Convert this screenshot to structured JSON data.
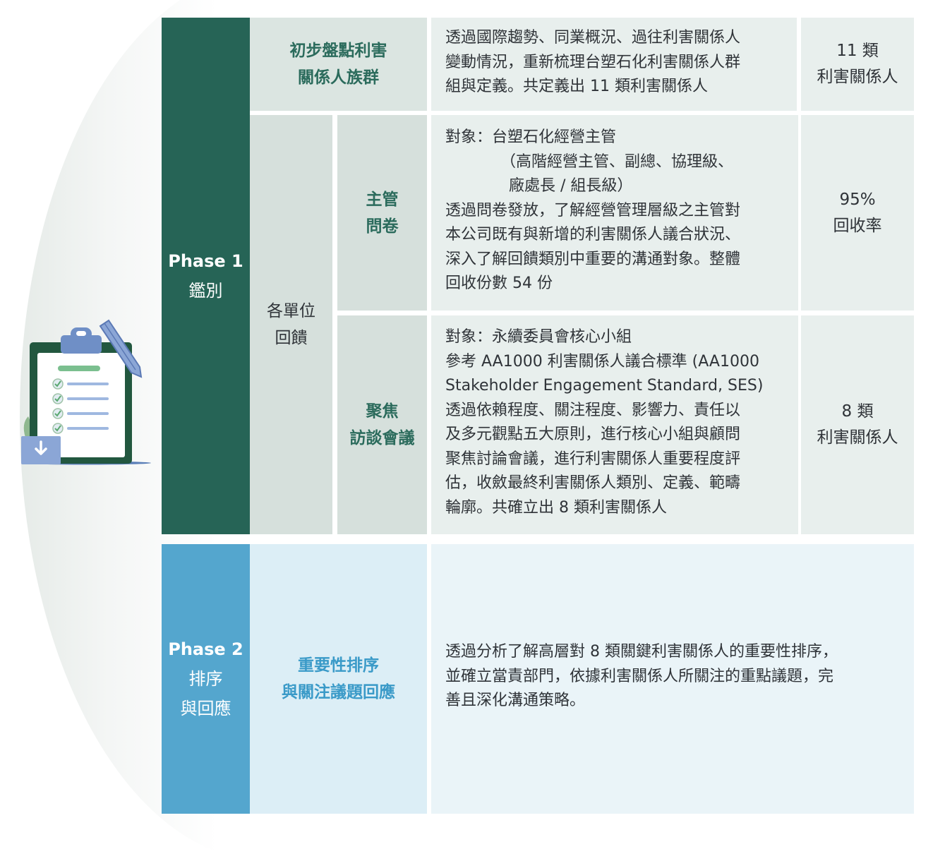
{
  "phase1": {
    "title": "Phase 1",
    "subtitle": "鑑別",
    "row1": {
      "category": [
        "初步盤點利害",
        "關係人族群"
      ],
      "description": [
        "透過國際趨勢、同業概況、過往利害關係人",
        "變動情況，重新梳理台塑石化利害關係人群",
        "組與定義。共定義出 11 類利害關係人"
      ],
      "result": [
        "11 類",
        "利害關係人"
      ]
    },
    "group_label": [
      "各單位",
      "回饋"
    ],
    "row2": {
      "method": [
        "主管",
        "問卷"
      ],
      "description": [
        "對象：台塑石化經營主管",
        "（高階經營主管、副總、協理級、",
        "廠處長 / 組長級）",
        "透過問卷發放，了解經營管理層級之主管對",
        "本公司既有與新增的利害關係人議合狀況、",
        "深入了解回饋類別中重要的溝通對象。整體",
        "回收份數 54 份"
      ],
      "result": [
        "95%",
        "回收率"
      ]
    },
    "row3": {
      "method": [
        "聚焦",
        "訪談會議"
      ],
      "description": [
        "對象：永續委員會核心小組",
        "參考 AA1000 利害關係人議合標準 (AA1000",
        "Stakeholder Engagement Standard, SES)",
        "透過依賴程度、關注程度、影響力、責任以",
        "及多元觀點五大原則，進行核心小組與顧問",
        "聚焦討論會議，進行利害關係人重要程度評",
        "估，收斂最終利害關係人類別、定義、範疇",
        "輪廓。共確立出 8 類利害關係人"
      ],
      "result": [
        "8 類",
        "利害關係人"
      ]
    }
  },
  "phase2": {
    "title": "Phase 2",
    "subtitle": [
      "排序",
      "與回應"
    ],
    "category": [
      "重要性排序",
      "與關注議題回應"
    ],
    "description": [
      "透過分析了解高層對 8 類關鍵利害關係人的重要性排序，",
      "並確立當責部門，依據利害關係人所關注的重點議題，完",
      "善且深化溝通策略。"
    ]
  },
  "colors": {
    "phase1": "#266456",
    "phase2": "#54a6ce",
    "phase1_text": "#2b6b5c",
    "phase2_text": "#3a9ac8"
  },
  "icons": [
    "clipboard-checklist-icon",
    "pencil-icon",
    "download-box-icon",
    "leaf-icon"
  ]
}
